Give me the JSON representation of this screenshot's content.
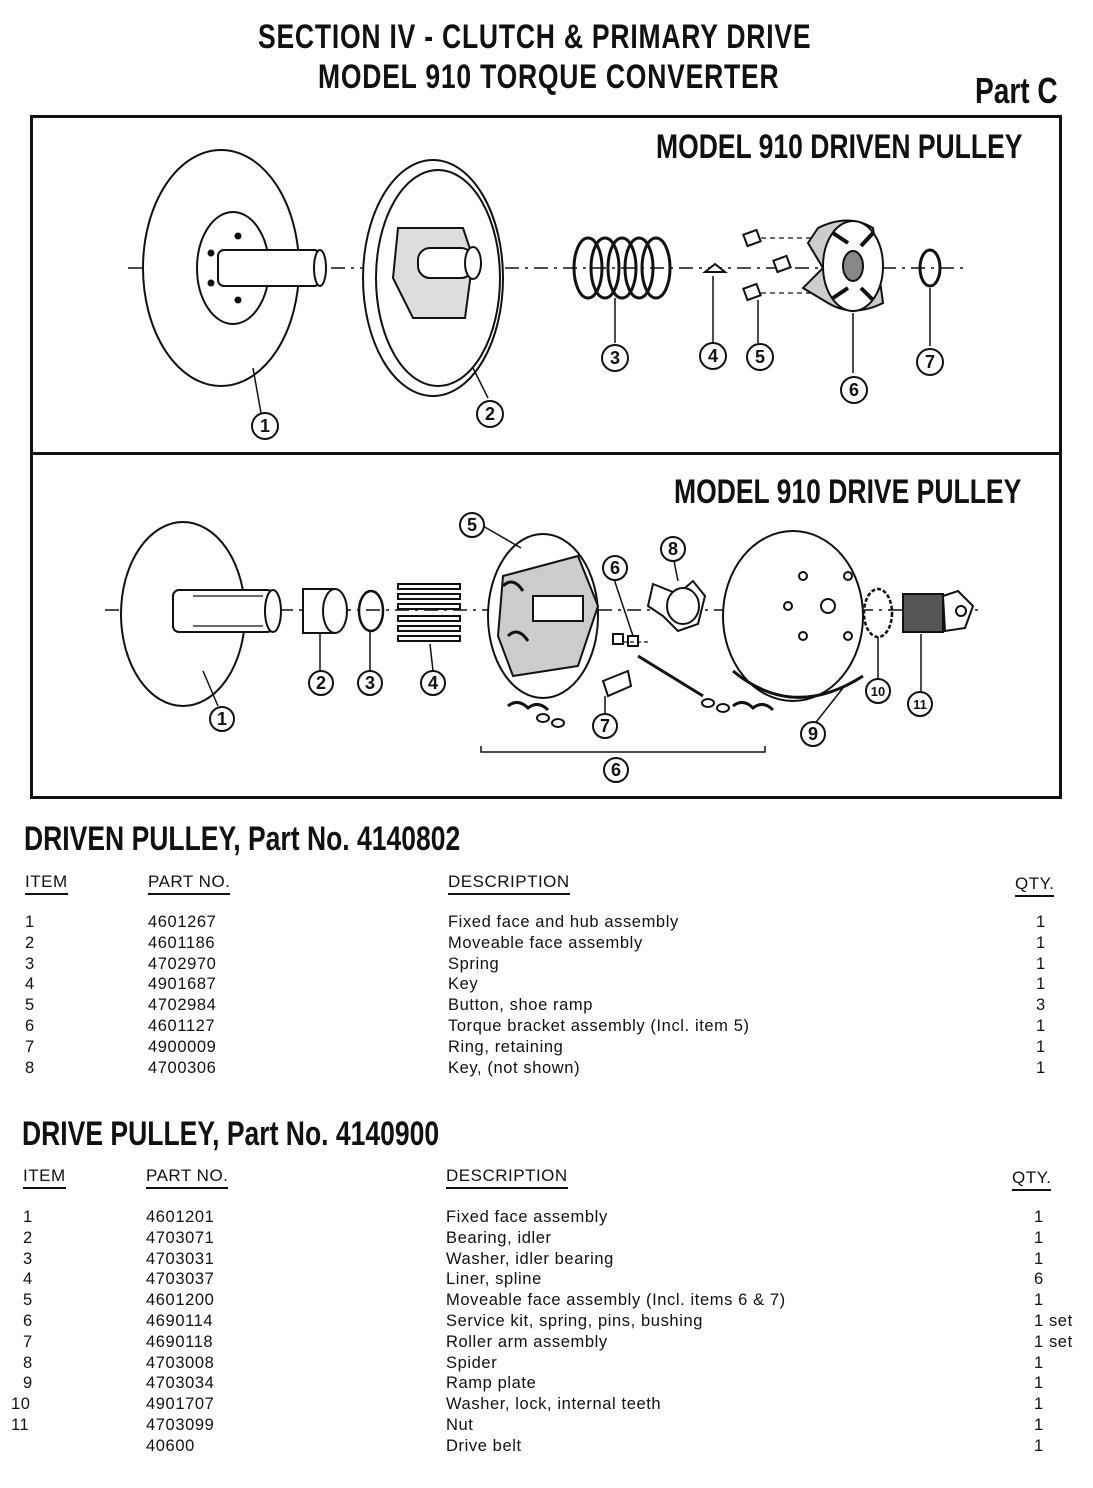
{
  "header": {
    "line1": "SECTION IV - CLUTCH & PRIMARY DRIVE",
    "line2": "MODEL 910 TORQUE CONVERTER",
    "part": "Part C"
  },
  "diagrams": {
    "driven_title": "MODEL 910 DRIVEN PULLEY",
    "drive_title": "MODEL 910 DRIVE PULLEY",
    "driven_callouts": [
      "1",
      "2",
      "3",
      "4",
      "5",
      "6",
      "7"
    ],
    "drive_callouts": [
      "1",
      "2",
      "3",
      "4",
      "5",
      "6",
      "7",
      "8",
      "9",
      "10",
      "11",
      "6"
    ]
  },
  "driven_table": {
    "title": "DRIVEN PULLEY, Part No. 4140802",
    "headers": {
      "item": "ITEM",
      "part": "PART NO.",
      "desc": "DESCRIPTION",
      "qty": "QTY."
    },
    "rows": [
      {
        "item": "1",
        "part": "4601267",
        "desc": "Fixed face and hub assembly",
        "qty": "1"
      },
      {
        "item": "2",
        "part": "4601186",
        "desc": "Moveable face assembly",
        "qty": "1"
      },
      {
        "item": "3",
        "part": "4702970",
        "desc": "Spring",
        "qty": "1"
      },
      {
        "item": "4",
        "part": "4901687",
        "desc": "Key",
        "qty": "1"
      },
      {
        "item": "5",
        "part": "4702984",
        "desc": "Button, shoe ramp",
        "qty": "3"
      },
      {
        "item": "6",
        "part": "4601127",
        "desc": "Torque bracket assembly (Incl. item 5)",
        "qty": "1"
      },
      {
        "item": "7",
        "part": "4900009",
        "desc": "Ring, retaining",
        "qty": "1"
      },
      {
        "item": "8",
        "part": "4700306",
        "desc": "Key, (not shown)",
        "qty": "1"
      }
    ]
  },
  "drive_table": {
    "title": "DRIVE PULLEY, Part No. 4140900",
    "headers": {
      "item": "ITEM",
      "part": "PART NO.",
      "desc": "DESCRIPTION",
      "qty": "QTY."
    },
    "rows": [
      {
        "item": "1",
        "part": "4601201",
        "desc": "Fixed face assembly",
        "qty": "1"
      },
      {
        "item": "2",
        "part": "4703071",
        "desc": "Bearing, idler",
        "qty": "1"
      },
      {
        "item": "3",
        "part": "4703031",
        "desc": "Washer, idler bearing",
        "qty": "1"
      },
      {
        "item": "4",
        "part": "4703037",
        "desc": "Liner, spline",
        "qty": "6"
      },
      {
        "item": "5",
        "part": "4601200",
        "desc": "Moveable face assembly (Incl. items 6 & 7)",
        "qty": "1"
      },
      {
        "item": "6",
        "part": "4690114",
        "desc": "Service kit, spring, pins, bushing",
        "qty": "1 set"
      },
      {
        "item": "7",
        "part": "4690118",
        "desc": "Roller arm assembly",
        "qty": "1 set"
      },
      {
        "item": "8",
        "part": "4703008",
        "desc": "Spider",
        "qty": "1"
      },
      {
        "item": "9",
        "part": "4703034",
        "desc": "Ramp plate",
        "qty": "1"
      },
      {
        "item": "10",
        "part": "4901707",
        "desc": "Washer, lock, internal teeth",
        "qty": "1"
      },
      {
        "item": "11",
        "part": "4703099",
        "desc": "Nut",
        "qty": "1"
      },
      {
        "item": "",
        "part": "40600",
        "desc": "Drive belt",
        "qty": "1"
      }
    ]
  }
}
